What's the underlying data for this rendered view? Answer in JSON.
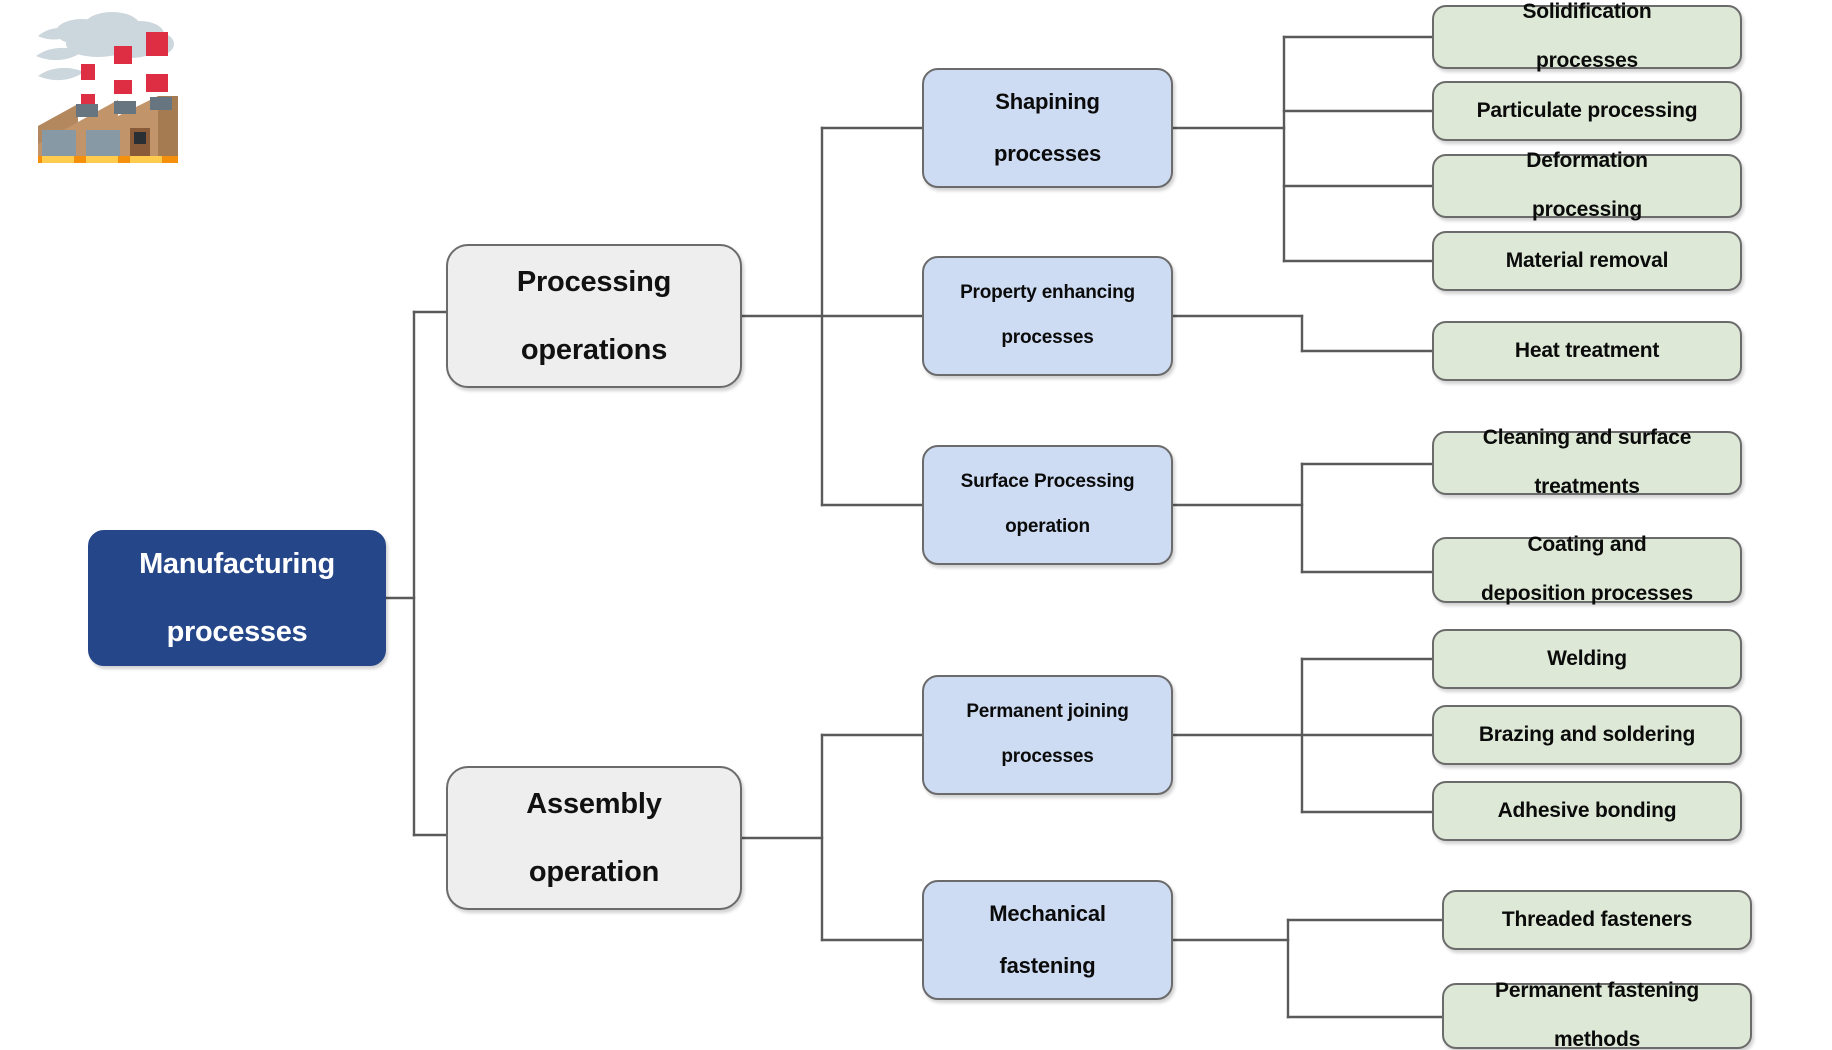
{
  "diagram": {
    "title": "Manufacturing processes",
    "type": "hierarchy-tree",
    "colors": {
      "root_fill": "#26468a",
      "root_text": "#ffffff",
      "level1_fill": "#eeeeee",
      "level2_fill": "#cddcf3",
      "level3_fill": "#dde9d6",
      "border": "#6b6b6b",
      "connector": "#5a5a5a",
      "background": "#ffffff"
    },
    "decoration": {
      "icon_name": "factory-icon",
      "glyph": "factory"
    },
    "root": {
      "label": "Manufacturing processes",
      "line1": "Manufacturing",
      "line2": "processes"
    },
    "branches": [
      {
        "label": "Processing operations",
        "line1": "Processing",
        "line2": "operations",
        "children": [
          {
            "label": "Shapining processes",
            "line1": "Shapining",
            "line2": "processes",
            "leaves": [
              {
                "label": "Solidification processes",
                "line1": "Solidification",
                "line2": "processes"
              },
              {
                "label": "Particulate processing",
                "line1": "Particulate processing",
                "line2": ""
              },
              {
                "label": "Deformation processing",
                "line1": "Deformation",
                "line2": "processing"
              },
              {
                "label": "Material removal",
                "line1": "Material removal",
                "line2": ""
              }
            ]
          },
          {
            "label": "Property enhancing processes",
            "line1": "Property enhancing",
            "line2": "processes",
            "leaves": [
              {
                "label": "Heat treatment",
                "line1": "Heat treatment",
                "line2": ""
              }
            ]
          },
          {
            "label": "Surface Processing operation",
            "line1": "Surface Processing",
            "line2": "operation",
            "leaves": [
              {
                "label": "Cleaning and surface treatments",
                "line1": "Cleaning and surface",
                "line2": "treatments"
              },
              {
                "label": "Coating and deposition processes",
                "line1": "Coating and",
                "line2": "deposition processes"
              }
            ]
          }
        ]
      },
      {
        "label": "Assembly operation",
        "line1": "Assembly",
        "line2": "operation",
        "children": [
          {
            "label": "Permanent joining processes",
            "line1": "Permanent joining",
            "line2": "processes",
            "leaves": [
              {
                "label": "Welding",
                "line1": "Welding",
                "line2": ""
              },
              {
                "label": "Brazing and soldering",
                "line1": "Brazing and soldering",
                "line2": ""
              },
              {
                "label": "Adhesive bonding",
                "line1": "Adhesive bonding",
                "line2": ""
              }
            ]
          },
          {
            "label": "Mechanical fastening",
            "line1": "Mechanical",
            "line2": "fastening",
            "leaves": [
              {
                "label": "Threaded fasteners",
                "line1": "Threaded fasteners",
                "line2": ""
              },
              {
                "label": "Permanent fastening methods",
                "line1": "Permanent fastening",
                "line2": "methods"
              }
            ]
          }
        ]
      }
    ]
  }
}
